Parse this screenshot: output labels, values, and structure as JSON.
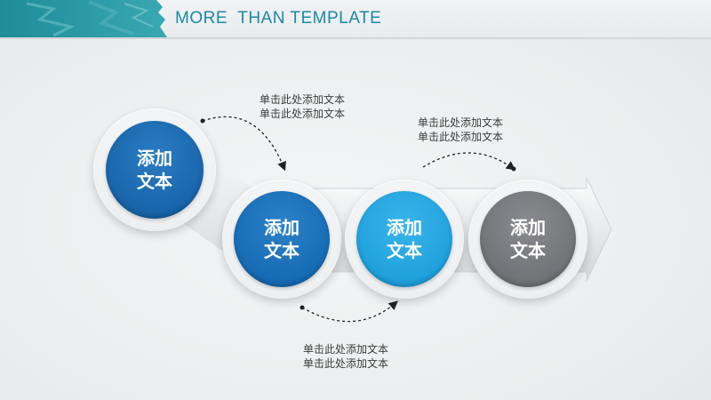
{
  "header": {
    "title": "MORE  THAN TEMPLATE"
  },
  "colors": {
    "accent": "#1a8aa6",
    "step1": "#1865ab",
    "step2": "#166bb5",
    "step3": "#1fa1dd",
    "step4": "#727376"
  },
  "steps": [
    {
      "line1": "添加",
      "line2": "文本"
    },
    {
      "line1": "添加",
      "line2": "文本"
    },
    {
      "line1": "添加",
      "line2": "文本"
    },
    {
      "line1": "添加",
      "line2": "文本"
    }
  ],
  "captions": [
    {
      "line1": "单击此处添加文本",
      "line2": "单击此处添加文本"
    },
    {
      "line1": "单击此处添加文本",
      "line2": "单击此处添加文本"
    },
    {
      "line1": "单击此处添加文本",
      "line2": "单击此处添加文本"
    }
  ]
}
